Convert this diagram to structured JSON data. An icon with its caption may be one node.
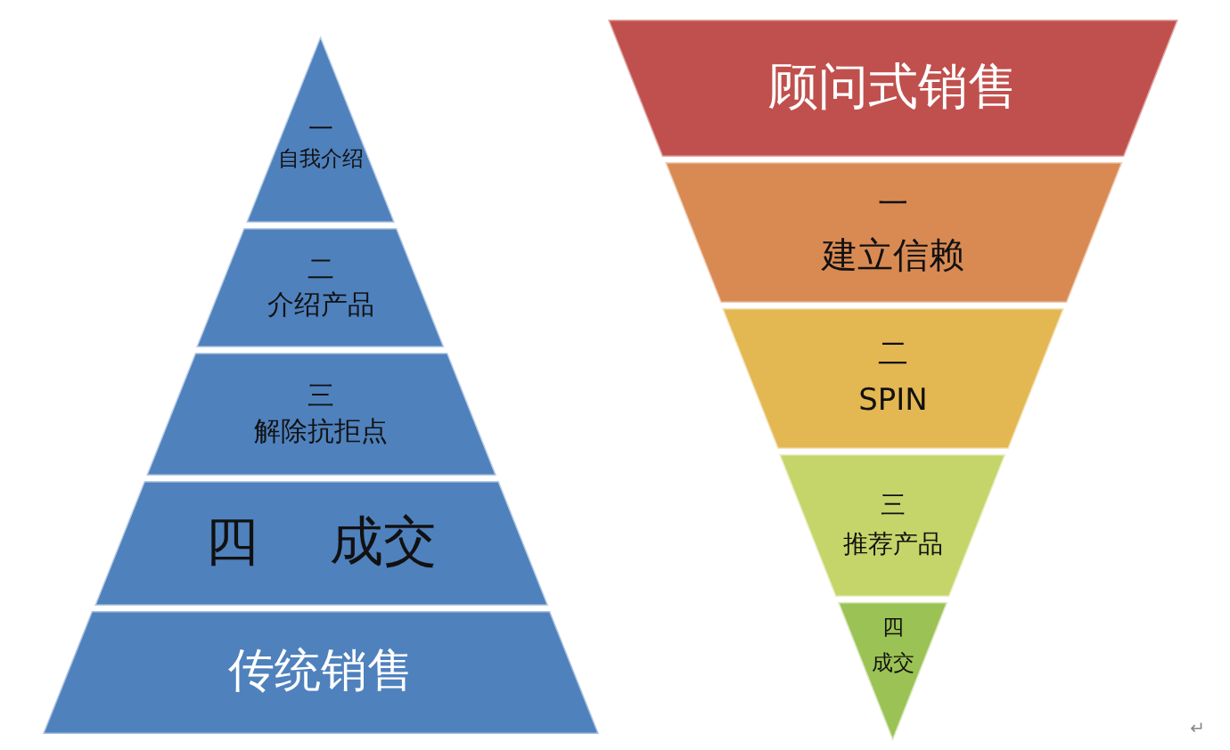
{
  "diagram": {
    "nodes": [
      {
        "text": [
          "一",
          "自我介绍"
        ]
      },
      {
        "text": [
          "二",
          "介绍产品"
        ]
      },
      {
        "text": [
          "三",
          "解除抗拒点"
        ]
      },
      {
        "text": [
          "四",
          "成交"
        ]
      },
      {
        "text": [
          "传统销售"
        ]
      },
      {
        "text": [
          "顾问式销售"
        ]
      },
      {
        "text": [
          "一",
          "建立信赖"
        ]
      },
      {
        "text": [
          "二",
          "SPIN"
        ]
      },
      {
        "text": [
          "三",
          "推荐产品"
        ]
      },
      {
        "text": [
          "四",
          "成交"
        ]
      }
    ],
    "labels": [
      "↵"
    ]
  }
}
